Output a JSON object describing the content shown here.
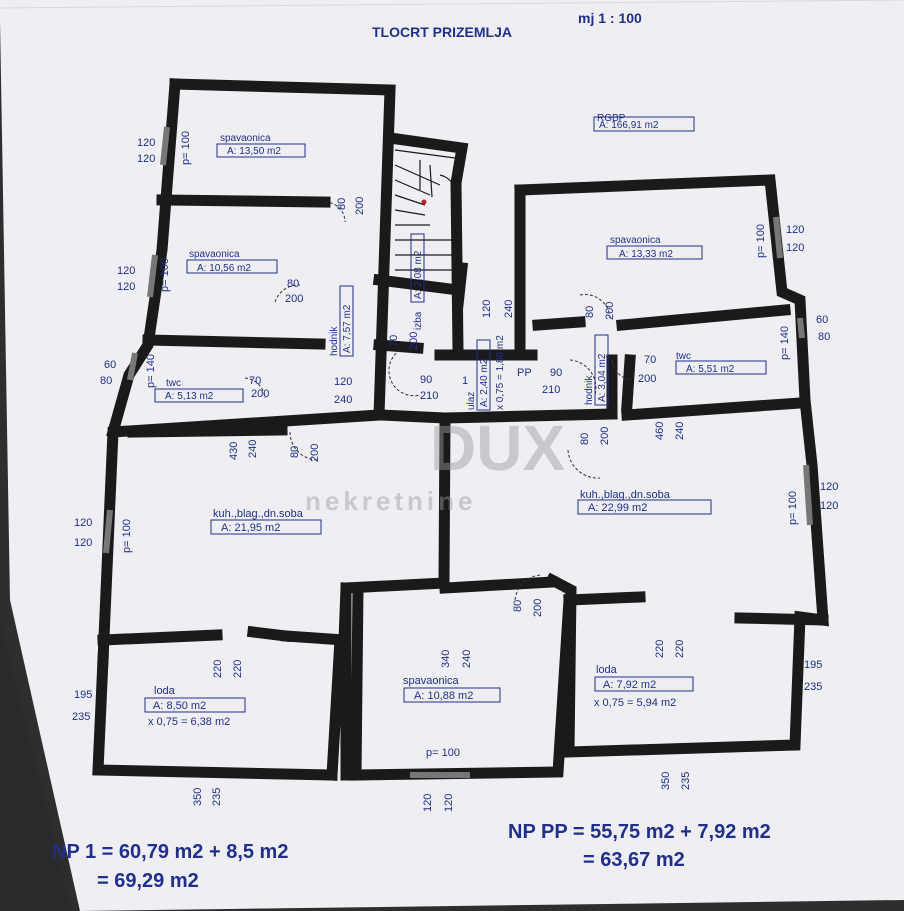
{
  "title": "TLOCRT PRIZEMLJA",
  "scale": "mj 1 : 100",
  "rgbp": {
    "label": "RGBP",
    "area": "A: 166,91 m2"
  },
  "rooms": [
    {
      "name": "spavaonica",
      "area": "A: 13,50 m2"
    },
    {
      "name": "spavaonica",
      "area": "A: 10,56 m2"
    },
    {
      "name": "twc",
      "area": "A: 5,13 m2"
    },
    {
      "name": "kuh.,blag.,dn.soba",
      "area": "A: 21,95 m2"
    },
    {
      "name": "loda",
      "area": "A: 8,50 m2",
      "reduced": "x 0,75 = 6,38 m2"
    },
    {
      "name": "spavaonica",
      "area": "A: 10,88 m2"
    },
    {
      "name": "spavaonica",
      "area": "A: 13,33 m2"
    },
    {
      "name": "twc",
      "area": "A: 5,51 m2"
    },
    {
      "name": "kuh.,blag.,dn.soba",
      "area": "A: 22,99 m2"
    },
    {
      "name": "loda",
      "area": "A: 7,92 m2",
      "reduced": "x 0,75 = 5,94 m2"
    }
  ],
  "vertical_rooms": [
    {
      "name": "hodnik",
      "area": "A: 7,57 m2"
    },
    {
      "name": "izba",
      "area": "A: 2,08 m2"
    },
    {
      "name": "ulaz",
      "area": "A: 2,40 m2",
      "reduced": "x 0,75 = 1,80 m2"
    },
    {
      "name": "hodnik",
      "area": "A: 3,04 m2"
    }
  ],
  "dims": {
    "d120": "120",
    "d100": "100",
    "d60": "60",
    "d80": "80",
    "d70": "70",
    "d200": "200",
    "d90": "90",
    "d210": "210",
    "d240": "240",
    "d430": "430",
    "d460": "460",
    "d220": "220",
    "d340": "340",
    "d350": "350",
    "d235": "235",
    "d195": "195",
    "d1": "1",
    "pp": "PP",
    "p100": "p= 100",
    "p140": "p= 140"
  },
  "totals": {
    "np1_line1": "NP 1 = 60,79 m2 + 8,5 m2",
    "np1_line2": "= 69,29 m2",
    "nppp_line1": "NP PP = 55,75 m2 + 7,92 m2",
    "nppp_line2": "= 63,67 m2"
  },
  "watermark": {
    "main": "DUX",
    "sub": "nekretnine"
  }
}
